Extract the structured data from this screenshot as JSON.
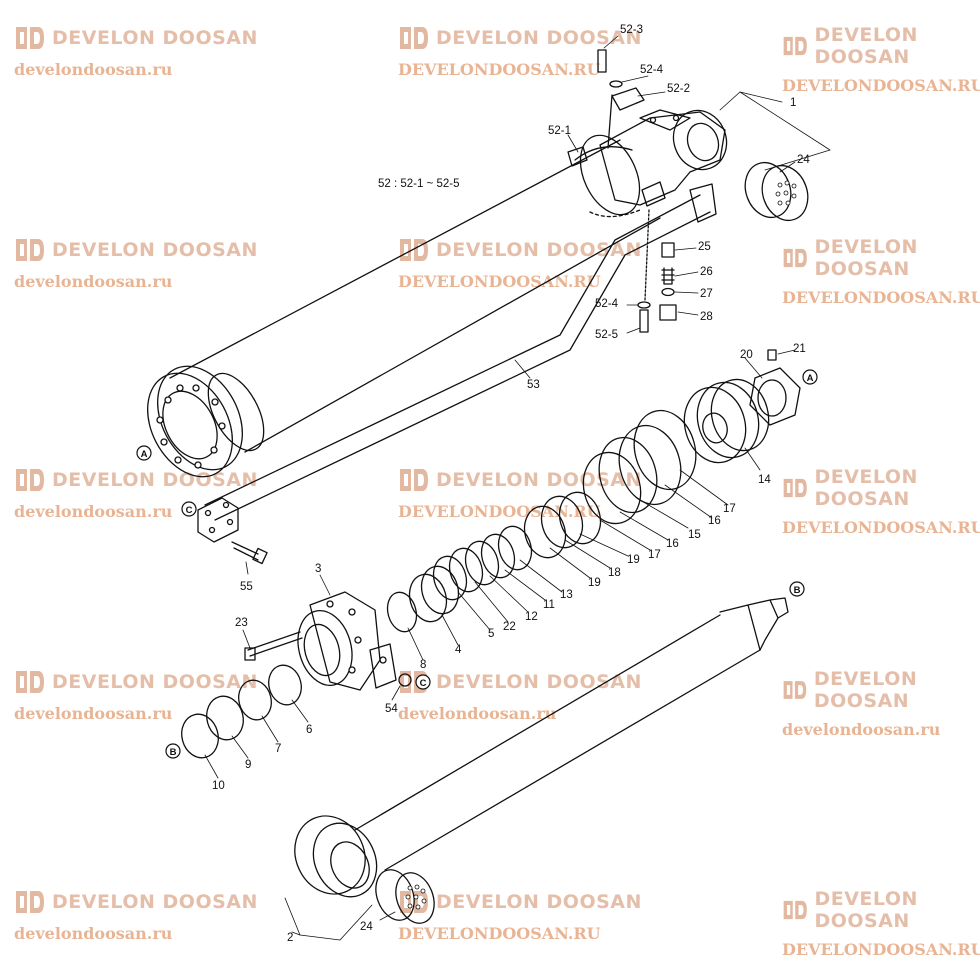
{
  "watermarks": {
    "brand": "DEVELON DOOSAN",
    "url_lower": "develondoosan.ru",
    "url_upper": "DEVELONDOOSAN.RU",
    "color": "#e9b493"
  },
  "diagram": {
    "note": "52 : 52-1 ~ 52-5",
    "labels": {
      "p52_3": "52-3",
      "p52_4a": "52-4",
      "p52_2": "52-2",
      "p1": "1",
      "p52_1": "52-1",
      "p24a": "24",
      "p25": "25",
      "p26": "26",
      "p27": "27",
      "p52_4b": "52-4",
      "p28": "28",
      "p52_5": "52-5",
      "p53": "53",
      "p20": "20",
      "p21": "21",
      "p14": "14",
      "p17a": "17",
      "p16a": "16",
      "p15": "15",
      "p16b": "16",
      "p17b": "17",
      "p19a": "19",
      "p18": "18",
      "p19b": "19",
      "p13": "13",
      "p11": "11",
      "p12": "12",
      "p22": "22",
      "p5": "5",
      "p4": "4",
      "p3": "3",
      "p55": "55",
      "p23": "23",
      "p8": "8",
      "p54": "54",
      "p6": "6",
      "p7": "7",
      "p9": "9",
      "p10": "10",
      "p2": "2",
      "p24b": "24"
    },
    "callouts": {
      "A": "A",
      "B": "B",
      "C": "C"
    }
  }
}
